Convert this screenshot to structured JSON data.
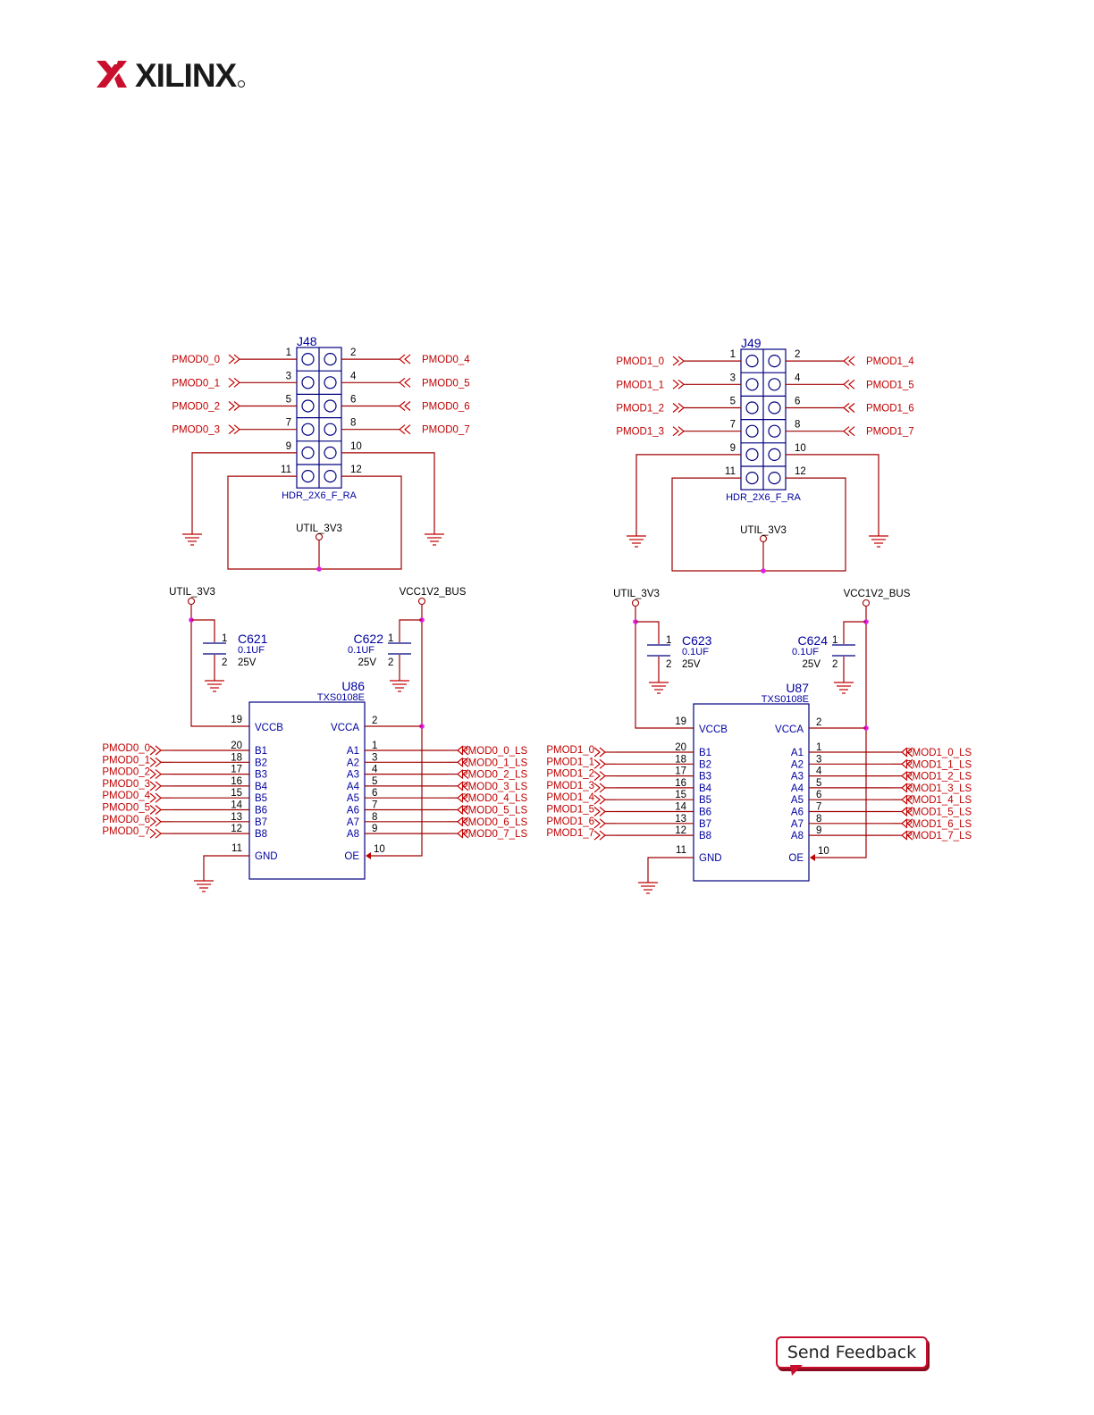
{
  "logo": {
    "text": "XILINX",
    "brand_color": "#c8102e"
  },
  "feedback": {
    "label": "Send Feedback"
  },
  "colors": {
    "wire": "#a00000",
    "body": "#000080",
    "net": "#c00000",
    "junction": "#e020e0",
    "ground": "#c00000"
  },
  "header_ref": {
    "common": {
      "type": "HDR_2X6_F_RA",
      "power": "UTIL_3V3"
    }
  },
  "translator_ref": {
    "common": {
      "type": "TXS0108E",
      "vccb_net": "UTIL_3V3",
      "vcca_net": "VCC1V2_BUS"
    }
  },
  "blocks": [
    {
      "header": {
        "ref": "J48",
        "type": "HDR_2X6_F_RA",
        "power_label": "UTIL_3V3",
        "left_nets": [
          "PMOD0_0",
          "PMOD0_1",
          "PMOD0_2",
          "PMOD0_3"
        ],
        "right_nets": [
          "PMOD0_4",
          "PMOD0_5",
          "PMOD0_6",
          "PMOD0_7"
        ],
        "left_pins": [
          "1",
          "3",
          "5",
          "7",
          "9",
          "11"
        ],
        "right_pins": [
          "2",
          "4",
          "6",
          "8",
          "10",
          "12"
        ]
      },
      "caps": [
        {
          "ref": "C621",
          "value": "0.1UF",
          "voltage": "25V",
          "pin1": "1",
          "pin2": "2"
        },
        {
          "ref": "C622",
          "value": "0.1UF",
          "voltage": "25V",
          "pin1": "1",
          "pin2": "2"
        }
      ],
      "ic": {
        "ref": "U86",
        "type": "TXS0108E",
        "vccb_net": "UTIL_3V3",
        "vcca_net": "VCC1V2_BUS",
        "vccb": "VCCB",
        "vcca": "VCCA",
        "gnd": "GND",
        "oe": "OE",
        "vccb_pin": "19",
        "vcca_pin": "2",
        "gnd_pin": "11",
        "oe_pin": "10",
        "b_pins": [
          "20",
          "18",
          "17",
          "16",
          "15",
          "14",
          "13",
          "12"
        ],
        "b_names": [
          "B1",
          "B2",
          "B3",
          "B4",
          "B5",
          "B6",
          "B7",
          "B8"
        ],
        "a_pins": [
          "1",
          "3",
          "4",
          "5",
          "6",
          "7",
          "8",
          "9"
        ],
        "a_names": [
          "A1",
          "A2",
          "A3",
          "A4",
          "A5",
          "A6",
          "A7",
          "A8"
        ],
        "b_nets": [
          "PMOD0_0",
          "PMOD0_1",
          "PMOD0_2",
          "PMOD0_3",
          "PMOD0_4",
          "PMOD0_5",
          "PMOD0_6",
          "PMOD0_7"
        ],
        "a_nets": [
          "PMOD0_0_LS",
          "PMOD0_1_LS",
          "PMOD0_2_LS",
          "PMOD0_3_LS",
          "PMOD0_4_LS",
          "PMOD0_5_LS",
          "PMOD0_6_LS",
          "PMOD0_7_LS"
        ]
      }
    },
    {
      "header": {
        "ref": "J49",
        "type": "HDR_2X6_F_RA",
        "power_label": "UTIL_3V3",
        "left_nets": [
          "PMOD1_0",
          "PMOD1_1",
          "PMOD1_2",
          "PMOD1_3"
        ],
        "right_nets": [
          "PMOD1_4",
          "PMOD1_5",
          "PMOD1_6",
          "PMOD1_7"
        ],
        "left_pins": [
          "1",
          "3",
          "5",
          "7",
          "9",
          "11"
        ],
        "right_pins": [
          "2",
          "4",
          "6",
          "8",
          "10",
          "12"
        ]
      },
      "caps": [
        {
          "ref": "C623",
          "value": "0.1UF",
          "voltage": "25V",
          "pin1": "1",
          "pin2": "2"
        },
        {
          "ref": "C624",
          "value": "0.1UF",
          "voltage": "25V",
          "pin1": "1",
          "pin2": "2"
        }
      ],
      "ic": {
        "ref": "U87",
        "type": "TXS0108E",
        "vccb_net": "UTIL_3V3",
        "vcca_net": "VCC1V2_BUS",
        "vccb": "VCCB",
        "vcca": "VCCA",
        "gnd": "GND",
        "oe": "OE",
        "vccb_pin": "19",
        "vcca_pin": "2",
        "gnd_pin": "11",
        "oe_pin": "10",
        "b_pins": [
          "20",
          "18",
          "17",
          "16",
          "15",
          "14",
          "13",
          "12"
        ],
        "b_names": [
          "B1",
          "B2",
          "B3",
          "B4",
          "B5",
          "B6",
          "B7",
          "B8"
        ],
        "a_pins": [
          "1",
          "3",
          "4",
          "5",
          "6",
          "7",
          "8",
          "9"
        ],
        "a_names": [
          "A1",
          "A2",
          "A3",
          "A4",
          "A5",
          "A6",
          "A7",
          "A8"
        ],
        "b_nets": [
          "PMOD1_0",
          "PMOD1_1",
          "PMOD1_2",
          "PMOD1_3",
          "PMOD1_4",
          "PMOD1_5",
          "PMOD1_6",
          "PMOD1_7"
        ],
        "a_nets": [
          "PMOD1_0_LS",
          "PMOD1_1_LS",
          "PMOD1_2_LS",
          "PMOD1_3_LS",
          "PMOD1_4_LS",
          "PMOD1_5_LS",
          "PMOD1_6_LS",
          "PMOD1_7_LS"
        ]
      }
    }
  ]
}
